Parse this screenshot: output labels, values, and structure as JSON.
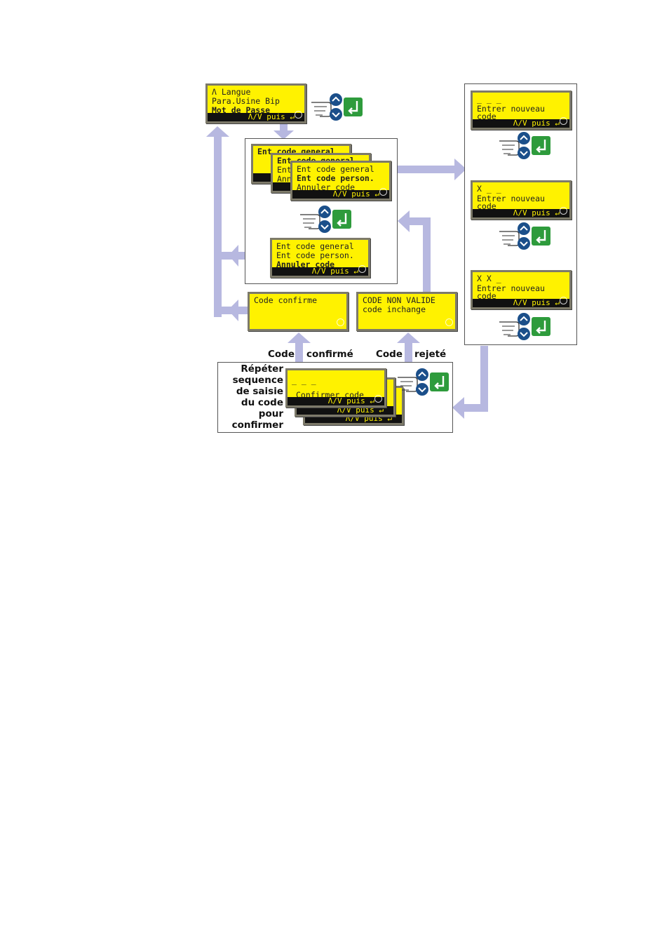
{
  "colors": {
    "arrow": "#b7b8e0",
    "lcd": "#fff200",
    "lcd_bar": "#111111",
    "key_blue": "#1b4f8a",
    "key_green": "#2e9b3c"
  },
  "menu": {
    "lines": [
      "Λ Langue",
      "Para.Usine Bip",
      "Mot de Passe"
    ],
    "footer": "Λ/V puis ↵"
  },
  "choose": {
    "back1": {
      "lines": [
        "Ent code general"
      ]
    },
    "back2": {
      "lines": [
        "Ent code general",
        "Ent",
        "Ann"
      ]
    },
    "front": {
      "lines": [
        "Ent code general",
        "Ent code person.",
        "Annuler code"
      ],
      "footer": "Λ/V puis ↵"
    },
    "cancel": {
      "lines": [
        "Ent code general",
        "Ent code person.",
        "Annuler code"
      ],
      "footer": "Λ/V puis ↵"
    }
  },
  "entry": [
    {
      "code": "_ _ _",
      "lines": [
        "Entrer nouveau",
        "code"
      ],
      "footer": "Λ/V puis ↵"
    },
    {
      "code": "X _ _",
      "lines": [
        "Entrer nouveau",
        "code"
      ],
      "footer": "Λ/V puis ↵"
    },
    {
      "code": "X X _",
      "lines": [
        "Entrer nouveau",
        "code"
      ],
      "footer": "Λ/V puis ↵"
    }
  ],
  "result": {
    "ok": {
      "lines": [
        "Code confirme"
      ]
    },
    "bad": {
      "lines": [
        "CODE NON VALIDE",
        "code inchange"
      ]
    }
  },
  "confirm": {
    "code": "_ _ _",
    "line": "Confirmer code",
    "footers": [
      "Λ/V puis ↵",
      "Λ/V puis ↵",
      "Λ/V puis ↵"
    ],
    "instruction": [
      "Répéter",
      "sequence",
      "de saisie",
      "du code",
      "pour",
      "confirmer"
    ]
  },
  "labels": {
    "code1": "Code",
    "confirmed": "confirmé",
    "code2": "Code",
    "rejected": "rejeté"
  }
}
